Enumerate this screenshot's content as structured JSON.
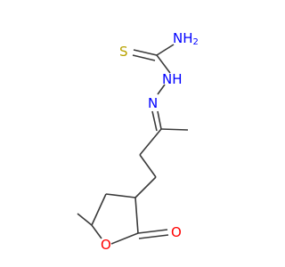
{
  "molecule": {
    "atoms": {
      "nh2": {
        "text": "NH",
        "sub": "2",
        "color": "#0000ff"
      },
      "s": {
        "text": "S",
        "color": "#b8a200"
      },
      "nh": {
        "text": "NH",
        "color": "#0000ff"
      },
      "n": {
        "text": "N",
        "color": "#0000ff"
      },
      "o_ring": {
        "text": "O",
        "color": "#ff0000"
      },
      "o_carbonyl": {
        "text": "O",
        "color": "#ff0000"
      }
    },
    "bond_color": "#3a3a3a"
  }
}
